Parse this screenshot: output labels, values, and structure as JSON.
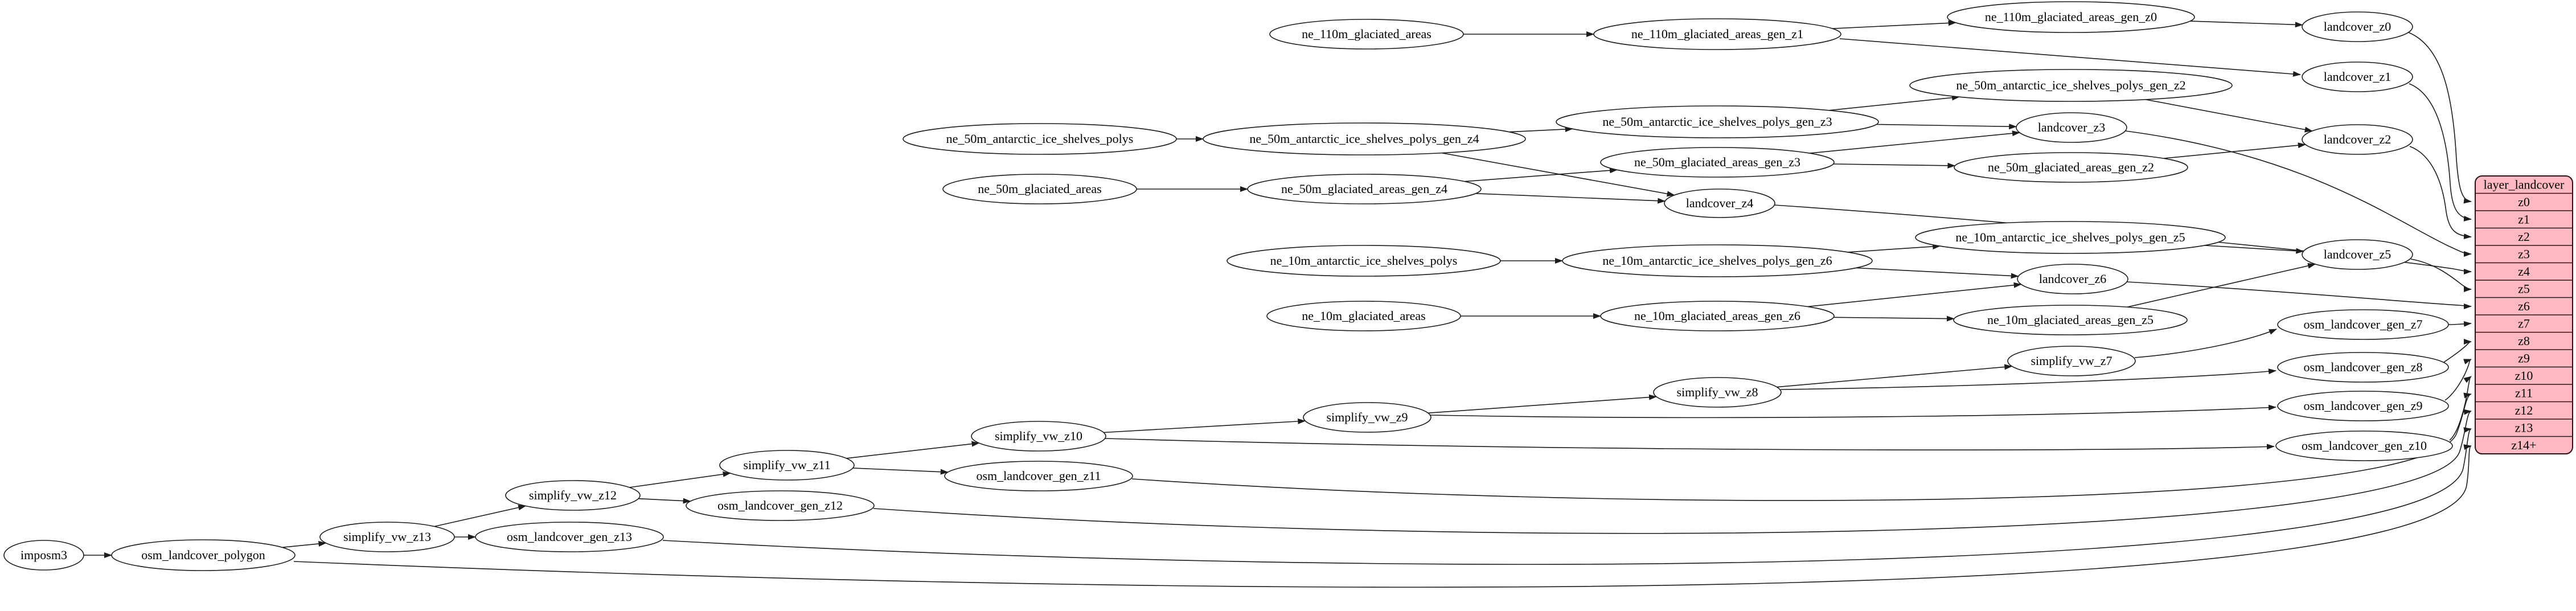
{
  "diagram": {
    "colors": {
      "background": "#ffffff",
      "node_fill": "#ffffff",
      "node_stroke": "#1c1c1c",
      "edge": "#1c1c1c",
      "table_fill": "#ffb9c2",
      "table_stroke": "#2a1216",
      "text": "#000000"
    },
    "nodes": [
      {
        "id": "imposm3",
        "label": "imposm3"
      },
      {
        "id": "osm_landcover_polygon",
        "label": "osm_landcover_polygon"
      },
      {
        "id": "simplify_vw_z13",
        "label": "simplify_vw_z13"
      },
      {
        "id": "osm_landcover_gen_z13",
        "label": "osm_landcover_gen_z13"
      },
      {
        "id": "simplify_vw_z12",
        "label": "simplify_vw_z12"
      },
      {
        "id": "osm_landcover_gen_z12",
        "label": "osm_landcover_gen_z12"
      },
      {
        "id": "simplify_vw_z11",
        "label": "simplify_vw_z11"
      },
      {
        "id": "osm_landcover_gen_z11",
        "label": "osm_landcover_gen_z11"
      },
      {
        "id": "simplify_vw_z10",
        "label": "simplify_vw_z10"
      },
      {
        "id": "simplify_vw_z9",
        "label": "simplify_vw_z9"
      },
      {
        "id": "simplify_vw_z8",
        "label": "simplify_vw_z8"
      },
      {
        "id": "simplify_vw_z7",
        "label": "simplify_vw_z7"
      },
      {
        "id": "osm_landcover_gen_z7",
        "label": "osm_landcover_gen_z7"
      },
      {
        "id": "osm_landcover_gen_z8",
        "label": "osm_landcover_gen_z8"
      },
      {
        "id": "osm_landcover_gen_z9",
        "label": "osm_landcover_gen_z9"
      },
      {
        "id": "osm_landcover_gen_z10",
        "label": "osm_landcover_gen_z10"
      },
      {
        "id": "ne_110m_glaciated_areas",
        "label": "ne_110m_glaciated_areas"
      },
      {
        "id": "ne_110m_glaciated_areas_gen_z1",
        "label": "ne_110m_glaciated_areas_gen_z1"
      },
      {
        "id": "ne_110m_glaciated_areas_gen_z0",
        "label": "ne_110m_glaciated_areas_gen_z0"
      },
      {
        "id": "landcover_z0",
        "label": "landcover_z0"
      },
      {
        "id": "landcover_z1",
        "label": "landcover_z1"
      },
      {
        "id": "landcover_z2",
        "label": "landcover_z2"
      },
      {
        "id": "ne_50m_antarctic_ice_shelves_polys",
        "label": "ne_50m_antarctic_ice_shelves_polys"
      },
      {
        "id": "ne_50m_antarctic_ice_shelves_polys_gen_z4",
        "label": "ne_50m_antarctic_ice_shelves_polys_gen_z4"
      },
      {
        "id": "ne_50m_antarctic_ice_shelves_polys_gen_z3",
        "label": "ne_50m_antarctic_ice_shelves_polys_gen_z3"
      },
      {
        "id": "ne_50m_antarctic_ice_shelves_polys_gen_z2",
        "label": "ne_50m_antarctic_ice_shelves_polys_gen_z2"
      },
      {
        "id": "landcover_z3",
        "label": "landcover_z3"
      },
      {
        "id": "ne_50m_glaciated_areas",
        "label": "ne_50m_glaciated_areas"
      },
      {
        "id": "ne_50m_glaciated_areas_gen_z4",
        "label": "ne_50m_glaciated_areas_gen_z4"
      },
      {
        "id": "ne_50m_glaciated_areas_gen_z3",
        "label": "ne_50m_glaciated_areas_gen_z3"
      },
      {
        "id": "ne_50m_glaciated_areas_gen_z2",
        "label": "ne_50m_glaciated_areas_gen_z2"
      },
      {
        "id": "landcover_z4",
        "label": "landcover_z4"
      },
      {
        "id": "ne_10m_antarctic_ice_shelves_polys",
        "label": "ne_10m_antarctic_ice_shelves_polys"
      },
      {
        "id": "ne_10m_antarctic_ice_shelves_polys_gen_z6",
        "label": "ne_10m_antarctic_ice_shelves_polys_gen_z6"
      },
      {
        "id": "ne_10m_antarctic_ice_shelves_polys_gen_z5",
        "label": "ne_10m_antarctic_ice_shelves_polys_gen_z5"
      },
      {
        "id": "landcover_z6",
        "label": "landcover_z6"
      },
      {
        "id": "ne_10m_glaciated_areas",
        "label": "ne_10m_glaciated_areas"
      },
      {
        "id": "ne_10m_glaciated_areas_gen_z6",
        "label": "ne_10m_glaciated_areas_gen_z6"
      },
      {
        "id": "ne_10m_glaciated_areas_gen_z5",
        "label": "ne_10m_glaciated_areas_gen_z5"
      },
      {
        "id": "landcover_z5",
        "label": "landcover_z5"
      }
    ],
    "edges": [
      {
        "from": "imposm3",
        "to": "osm_landcover_polygon"
      },
      {
        "from": "osm_landcover_polygon",
        "to": "simplify_vw_z13"
      },
      {
        "from": "simplify_vw_z13",
        "to": "osm_landcover_gen_z13"
      },
      {
        "from": "simplify_vw_z13",
        "to": "simplify_vw_z12"
      },
      {
        "from": "simplify_vw_z12",
        "to": "osm_landcover_gen_z12"
      },
      {
        "from": "simplify_vw_z12",
        "to": "simplify_vw_z11"
      },
      {
        "from": "simplify_vw_z11",
        "to": "osm_landcover_gen_z11"
      },
      {
        "from": "simplify_vw_z11",
        "to": "simplify_vw_z10"
      },
      {
        "from": "simplify_vw_z10",
        "to": "osm_landcover_gen_z10"
      },
      {
        "from": "simplify_vw_z10",
        "to": "simplify_vw_z9"
      },
      {
        "from": "simplify_vw_z9",
        "to": "osm_landcover_gen_z9"
      },
      {
        "from": "simplify_vw_z9",
        "to": "simplify_vw_z8"
      },
      {
        "from": "simplify_vw_z8",
        "to": "osm_landcover_gen_z8"
      },
      {
        "from": "simplify_vw_z8",
        "to": "simplify_vw_z7"
      },
      {
        "from": "simplify_vw_z7",
        "to": "osm_landcover_gen_z7"
      },
      {
        "from": "ne_110m_glaciated_areas",
        "to": "ne_110m_glaciated_areas_gen_z1"
      },
      {
        "from": "ne_110m_glaciated_areas_gen_z1",
        "to": "ne_110m_glaciated_areas_gen_z0"
      },
      {
        "from": "ne_110m_glaciated_areas_gen_z1",
        "to": "landcover_z1"
      },
      {
        "from": "ne_110m_glaciated_areas_gen_z0",
        "to": "landcover_z0"
      },
      {
        "from": "ne_50m_antarctic_ice_shelves_polys",
        "to": "ne_50m_antarctic_ice_shelves_polys_gen_z4"
      },
      {
        "from": "ne_50m_antarctic_ice_shelves_polys_gen_z4",
        "to": "ne_50m_antarctic_ice_shelves_polys_gen_z3"
      },
      {
        "from": "ne_50m_antarctic_ice_shelves_polys_gen_z4",
        "to": "landcover_z4"
      },
      {
        "from": "ne_50m_antarctic_ice_shelves_polys_gen_z3",
        "to": "ne_50m_antarctic_ice_shelves_polys_gen_z2"
      },
      {
        "from": "ne_50m_antarctic_ice_shelves_polys_gen_z3",
        "to": "landcover_z3"
      },
      {
        "from": "ne_50m_antarctic_ice_shelves_polys_gen_z2",
        "to": "landcover_z2"
      },
      {
        "from": "ne_50m_glaciated_areas",
        "to": "ne_50m_glaciated_areas_gen_z4"
      },
      {
        "from": "ne_50m_glaciated_areas_gen_z4",
        "to": "ne_50m_glaciated_areas_gen_z3"
      },
      {
        "from": "ne_50m_glaciated_areas_gen_z4",
        "to": "landcover_z4"
      },
      {
        "from": "ne_50m_glaciated_areas_gen_z3",
        "to": "ne_50m_glaciated_areas_gen_z2"
      },
      {
        "from": "ne_50m_glaciated_areas_gen_z3",
        "to": "landcover_z3"
      },
      {
        "from": "ne_50m_glaciated_areas_gen_z2",
        "to": "landcover_z2"
      },
      {
        "from": "ne_10m_antarctic_ice_shelves_polys",
        "to": "ne_10m_antarctic_ice_shelves_polys_gen_z6"
      },
      {
        "from": "ne_10m_antarctic_ice_shelves_polys_gen_z6",
        "to": "ne_10m_antarctic_ice_shelves_polys_gen_z5"
      },
      {
        "from": "ne_10m_antarctic_ice_shelves_polys_gen_z6",
        "to": "landcover_z6"
      },
      {
        "from": "ne_10m_antarctic_ice_shelves_polys_gen_z5",
        "to": "landcover_z5"
      },
      {
        "from": "ne_10m_glaciated_areas",
        "to": "ne_10m_glaciated_areas_gen_z6"
      },
      {
        "from": "ne_10m_glaciated_areas_gen_z6",
        "to": "ne_10m_glaciated_areas_gen_z5"
      },
      {
        "from": "ne_10m_glaciated_areas_gen_z6",
        "to": "landcover_z6"
      },
      {
        "from": "ne_10m_glaciated_areas_gen_z5",
        "to": "landcover_z5"
      },
      {
        "from": "landcover_z0",
        "to": "row_z0"
      },
      {
        "from": "landcover_z1",
        "to": "row_z1"
      },
      {
        "from": "landcover_z2",
        "to": "row_z2"
      },
      {
        "from": "landcover_z3",
        "to": "row_z3"
      },
      {
        "from": "landcover_z4",
        "to": "row_z4"
      },
      {
        "from": "landcover_z5",
        "to": "row_z5"
      },
      {
        "from": "landcover_z6",
        "to": "row_z6"
      },
      {
        "from": "osm_landcover_gen_z7",
        "to": "row_z7"
      },
      {
        "from": "osm_landcover_gen_z8",
        "to": "row_z8"
      },
      {
        "from": "osm_landcover_gen_z9",
        "to": "row_z9"
      },
      {
        "from": "osm_landcover_gen_z10",
        "to": "row_z10"
      },
      {
        "from": "osm_landcover_gen_z11",
        "to": "row_z11"
      },
      {
        "from": "osm_landcover_gen_z12",
        "to": "row_z12"
      },
      {
        "from": "osm_landcover_gen_z13",
        "to": "row_z13"
      },
      {
        "from": "osm_landcover_polygon",
        "to": "row_z14"
      }
    ],
    "table": {
      "title": "layer_landcover",
      "rows": [
        {
          "id": "row_z0",
          "label": "z0"
        },
        {
          "id": "row_z1",
          "label": "z1"
        },
        {
          "id": "row_z2",
          "label": "z2"
        },
        {
          "id": "row_z3",
          "label": "z3"
        },
        {
          "id": "row_z4",
          "label": "z4"
        },
        {
          "id": "row_z5",
          "label": "z5"
        },
        {
          "id": "row_z6",
          "label": "z6"
        },
        {
          "id": "row_z7",
          "label": "z7"
        },
        {
          "id": "row_z8",
          "label": "z8"
        },
        {
          "id": "row_z9",
          "label": "z9"
        },
        {
          "id": "row_z10",
          "label": "z10"
        },
        {
          "id": "row_z11",
          "label": "z11"
        },
        {
          "id": "row_z12",
          "label": "z12"
        },
        {
          "id": "row_z13",
          "label": "z13"
        },
        {
          "id": "row_z14",
          "label": "z14+"
        }
      ]
    }
  }
}
